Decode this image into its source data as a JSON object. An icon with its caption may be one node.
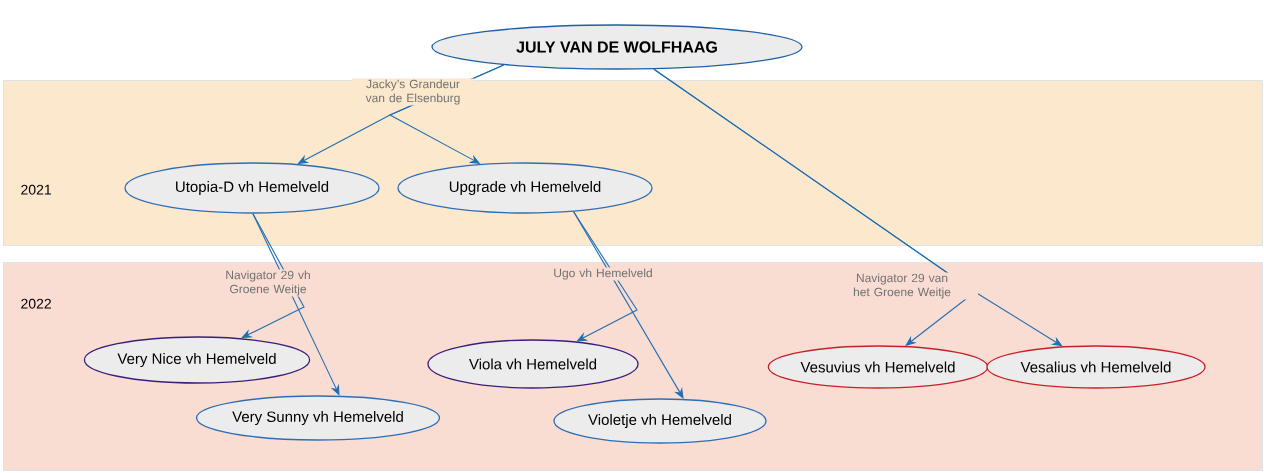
{
  "diagram": {
    "nodes": [
      {
        "text": [
          "JULY VAN DE WOLFHAAG"
        ]
      },
      {
        "text": [
          "2021"
        ]
      },
      {
        "text": [
          "Utopia-D vh Hemelveld"
        ],
        "in": 1
      },
      {
        "text": [
          "Upgrade vh Hemelveld"
        ],
        "in": 1
      },
      {
        "text": [
          "2022"
        ]
      },
      {
        "text": [
          "Very Nice vh Hemelveld"
        ],
        "in": 4
      },
      {
        "text": [
          "Viola vh Hemelveld"
        ],
        "in": 4
      },
      {
        "text": [
          "Vesuvius vh Hemelveld"
        ],
        "in": 4
      },
      {
        "text": [
          "Vesalius vh Hemelveld"
        ],
        "in": 4
      },
      {
        "text": [
          "Very Sunny vh Hemelveld"
        ],
        "in": 4
      },
      {
        "text": [
          "Violetje vh Hemelveld"
        ],
        "in": 4
      }
    ],
    "edges": [
      {
        "from": 0,
        "to": 2,
        "arrow": "to",
        "label": "Jacky’s Grandeur van de Elsenburg"
      },
      {
        "from": 0,
        "to": 3,
        "arrow": "to"
      },
      {
        "from": 2,
        "to": 9,
        "arrow": "to",
        "label": "Navigator 29 vh Groene Weitje"
      },
      {
        "from": 2,
        "to": 5,
        "arrow": "to"
      },
      {
        "from": 3,
        "to": 6,
        "arrow": "to",
        "label": "Ugo vh Hemelveld"
      },
      {
        "from": 3,
        "to": 10,
        "arrow": "to"
      },
      {
        "from": 0,
        "to": 8,
        "arrow": "to",
        "label": "Navigator 29 van het Groene Weitje"
      },
      {
        "from": 0,
        "to": 7,
        "arrow": "to"
      }
    ]
  }
}
